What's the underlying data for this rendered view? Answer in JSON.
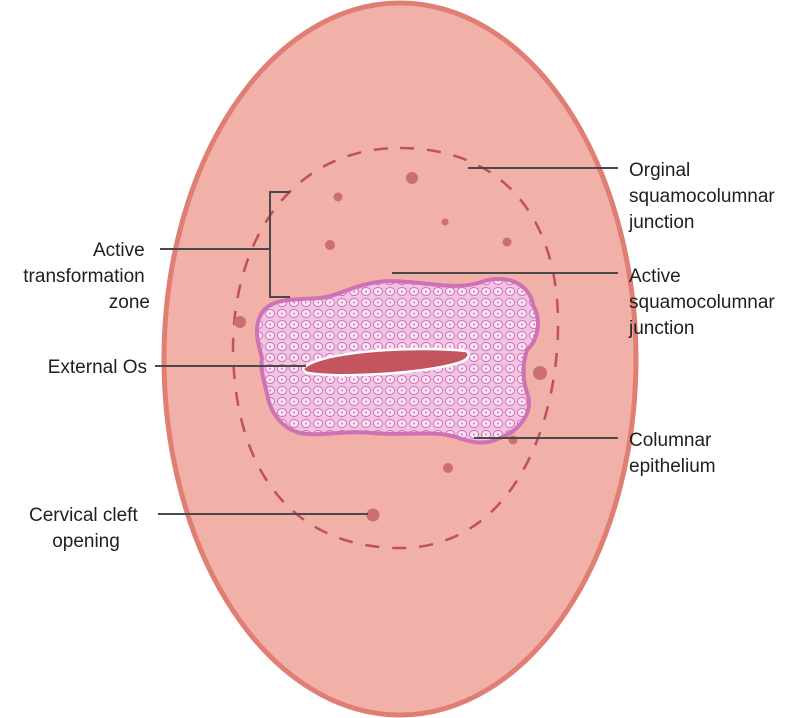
{
  "diagram": {
    "colors": {
      "cervix_fill": "#f1b0a8",
      "cervix_outline": "#e07e74",
      "original_junction_dash": "#c0505a",
      "columnar_fill": "#efb6dd",
      "columnar_cells": "#cf72b4",
      "os_fill": "#c4545d",
      "cleft_openings": "#cc6f72",
      "leader_lines": "#4a4a4a"
    },
    "labels": {
      "original_junction": [
        "Orginal",
        "squamocolumnar",
        "junction"
      ],
      "active_transformation_zone": [
        "Active",
        "transformation",
        "zone"
      ],
      "active_junction": [
        "Active",
        "squamocolumnar",
        "junction"
      ],
      "external_os": [
        "External Os"
      ],
      "columnar_epithelium": [
        "Columnar",
        "epithelium"
      ],
      "cervical_cleft": [
        "Cervical cleft",
        "opening"
      ]
    }
  }
}
